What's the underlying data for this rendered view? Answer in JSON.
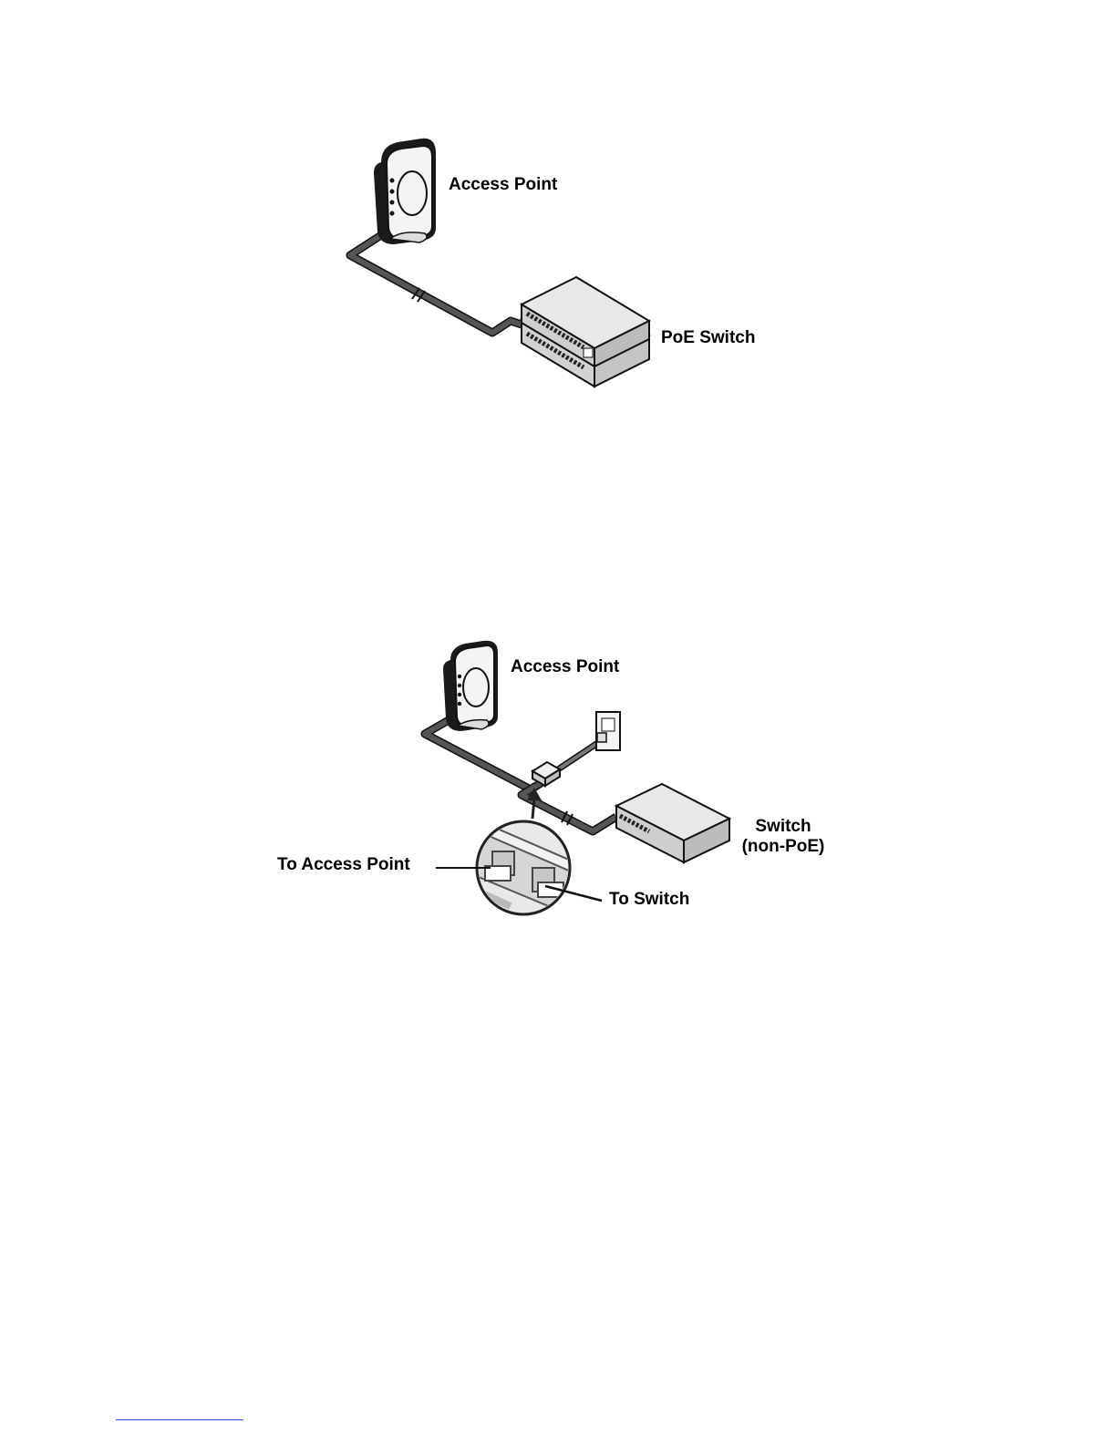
{
  "figure1": {
    "access_point_label": "Access Point",
    "switch_label": "PoE Switch"
  },
  "figure2": {
    "access_point_label": "Access Point",
    "switch_label_line1": "Switch",
    "switch_label_line2": "(non-PoE)",
    "to_access_point_label": "To Access Point",
    "to_switch_label": "To Switch"
  },
  "colors": {
    "cable": "#4a4a4a",
    "device_top": "#e6e6e6",
    "device_side": "#cfcfcf",
    "outline": "#111111"
  }
}
